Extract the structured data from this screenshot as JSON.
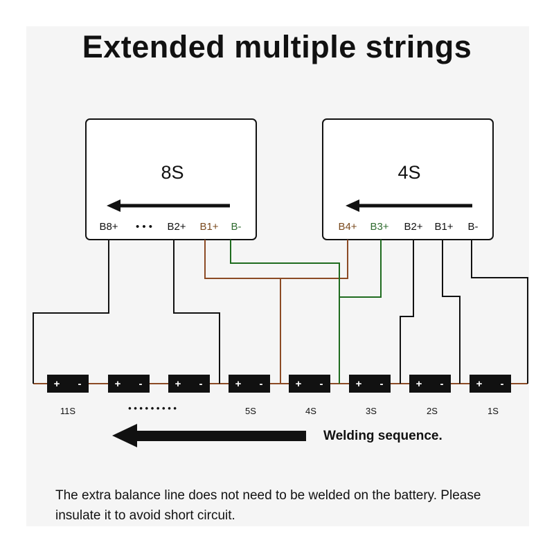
{
  "title": "Extended multiple strings",
  "boards": [
    {
      "name": "8S",
      "pins": [
        "B8+",
        "• • •",
        "B2+",
        "B1+",
        "B-"
      ]
    },
    {
      "name": "4S",
      "pins": [
        "B4+",
        "B3+",
        "B2+",
        "B1+",
        "B-"
      ]
    }
  ],
  "cells": [
    {
      "label": "11S",
      "plus": "+",
      "minus": "-"
    },
    {
      "label": "• • • • • • • • •",
      "plus": "+",
      "minus": "-"
    },
    {
      "label": "",
      "plus": "+",
      "minus": "-"
    },
    {
      "label": "5S",
      "plus": "+",
      "minus": "-"
    },
    {
      "label": "4S",
      "plus": "+",
      "minus": "-"
    },
    {
      "label": "3S",
      "plus": "+",
      "minus": "-"
    },
    {
      "label": "2S",
      "plus": "+",
      "minus": "-"
    },
    {
      "label": "1S",
      "plus": "+",
      "minus": "-"
    }
  ],
  "welding_label": "Welding sequence.",
  "note": "The extra balance line does not need to be welded on the battery. Please insulate it to avoid short circuit.",
  "colors": {
    "wire_black": "#111111",
    "wire_brown": "#8b4a24",
    "wire_green": "#1e6b1e",
    "brown_label": "#7a4a1e",
    "green_label": "#2f6b2f",
    "cell": "#111111"
  }
}
